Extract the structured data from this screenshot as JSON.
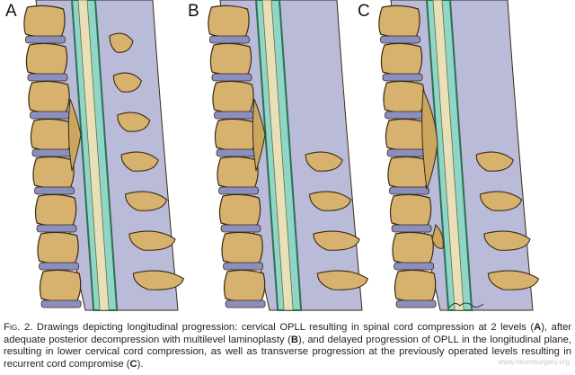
{
  "figure": {
    "panels": [
      {
        "letter": "A"
      },
      {
        "letter": "B"
      },
      {
        "letter": "C"
      }
    ],
    "colors": {
      "soft_tissue": "#b9bbd9",
      "vertebral_body": "#d7b26f",
      "disc": "#8b8fbf",
      "cord": "#e8e0b8",
      "csf": "#8fd6c8",
      "dura": "#2f6f53",
      "ossification": "#caa65f",
      "outline": "#3a2a12"
    }
  },
  "caption": {
    "fig_label": "Fig. 2.",
    "segments": [
      {
        "text": "  Drawings depicting longitudinal progression: cervical OPLL resulting in spinal cord compression at 2 levels (",
        "bold": false
      },
      {
        "text": "A",
        "bold": true
      },
      {
        "text": "), after adequate posterior decompression with multilevel laminoplasty (",
        "bold": false
      },
      {
        "text": "B",
        "bold": true
      },
      {
        "text": "), and delayed progression of OPLL in the longitudinal plane, resulting in lower cervical cord compression, as well as transverse progression at the previously operated levels resulting in recurrent cord compromise (",
        "bold": false
      },
      {
        "text": "C",
        "bold": true
      },
      {
        "text": ").",
        "bold": false
      }
    ]
  },
  "watermark": "www.neurosurgery.org"
}
